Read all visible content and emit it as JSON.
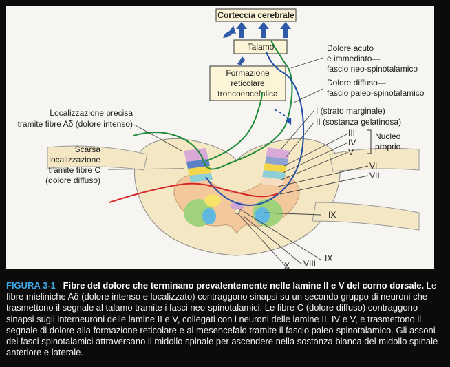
{
  "boxes": {
    "cortex": "Corteccia cerebrale",
    "thalamus": "Talamo",
    "reticular_line1": "Formazione",
    "reticular_line2": "reticolare",
    "reticular_line3": "troncoencefalica"
  },
  "labels_left": {
    "precise_line1": "Localizzazione precisa",
    "precise_line2": "tramite fibre Aδ (dolore intenso)",
    "scarce_line1": "Scarsa",
    "scarce_line2": "localizzazione",
    "scarce_line3": "tramite fibre C",
    "scarce_line4": "(dolore diffuso)"
  },
  "labels_right": {
    "acute_line1": "Dolore acuto",
    "acute_line2": "e immediato—",
    "acute_line3": "fascio neo-spinotalamico",
    "diffuse_line1": "Dolore diffuso—",
    "diffuse_line2": "fascio paleo-spinotalamico",
    "lamina_I": "I (strato marginale)",
    "lamina_II": "II (sostanza gelatinosa)",
    "lamina_III": "III",
    "lamina_IV": "IV",
    "lamina_V": "V",
    "nucleus_line1": "Nucleo",
    "nucleus_line2": "proprio",
    "lamina_VI": "VI",
    "lamina_VII": "VII",
    "lamina_IX_upper": "IX",
    "lamina_IX_lower": "IX",
    "lamina_VIII": "VIII",
    "lamina_X": "X"
  },
  "caption": {
    "number": "FIGURA 3-1",
    "title": "Fibre del dolore che terminano prevalentemente nelle lamine II e V del corno dorsale.",
    "body": "Le fibre mieliniche Aδ (dolore intenso e localizzato) contraggono sinapsi su un secondo gruppo di neuroni che trasmettono il segnale al talamo tramite i fasci neo-spinotalamici. Le fibre C (dolore diffuso) contraggono sinapsi sugli interneuroni delle lamine II e V, collegati con i neuroni delle lamine II, IV e V, e trasmettono il segnale di dolore alla formazione reticolare e al mesencefalo tramite il fascio paleo-spinotalamico. Gli assoni dei fasci spinotalamici attraversano il midollo spinale per ascendere nella sostanza bianca del midollo spinale anteriore e laterale."
  },
  "colors": {
    "background": "#0b0b0b",
    "figure_bg": "#f6f5f2",
    "box_fill": "#fbf4d6",
    "white_matter": "#f3e7c4",
    "grey_matter": "#f2c89c",
    "green_path": "#1e8a3a",
    "blue_path": "#1f4fa8",
    "red_path": "#d7262a",
    "caption_accent": "#3fa9e8"
  }
}
